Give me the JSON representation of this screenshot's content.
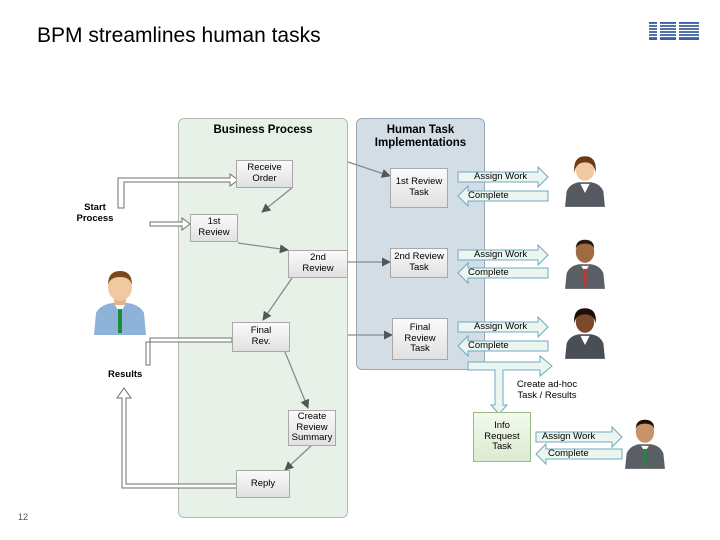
{
  "title": "BPM streamlines human tasks",
  "logo_text": "IBM",
  "page_number": "12",
  "columns": {
    "business_process": "Business Process",
    "human_task": "Human Task\nImplementations"
  },
  "process": {
    "start": "Start\nProcess",
    "receive_order": "Receive\nOrder",
    "first_review": "1st\nReview",
    "second_review": "2nd\nReview",
    "final_rev": "Final\nRev.",
    "results": "Results",
    "create_summary": "Create\nReview\nSummary",
    "reply": "Reply"
  },
  "tasks": {
    "t1": "1st Review\nTask",
    "t2": "2nd Review\nTask",
    "t3": "Final\nReview\nTask",
    "info": "Info\nRequest\nTask"
  },
  "arrows": {
    "assign1": "Assign Work",
    "complete1": "Complete",
    "assign2": "Assign Work",
    "complete2": "Complete",
    "assign3": "Assign Work",
    "complete3": "Complete",
    "adhoc": "Create ad-hoc\nTask / Results",
    "assign4": "Assign Work",
    "complete4": "Complete"
  },
  "colors": {
    "process_lane": "#e8f1e8",
    "task_lane": "#d3dde6",
    "arrow_fill": "#eaf6ef",
    "arrow_stroke": "#70a8c0",
    "info_box": "#e7f3de",
    "flow_line": "#8a8a8a"
  },
  "icons": [
    "person-icon"
  ]
}
